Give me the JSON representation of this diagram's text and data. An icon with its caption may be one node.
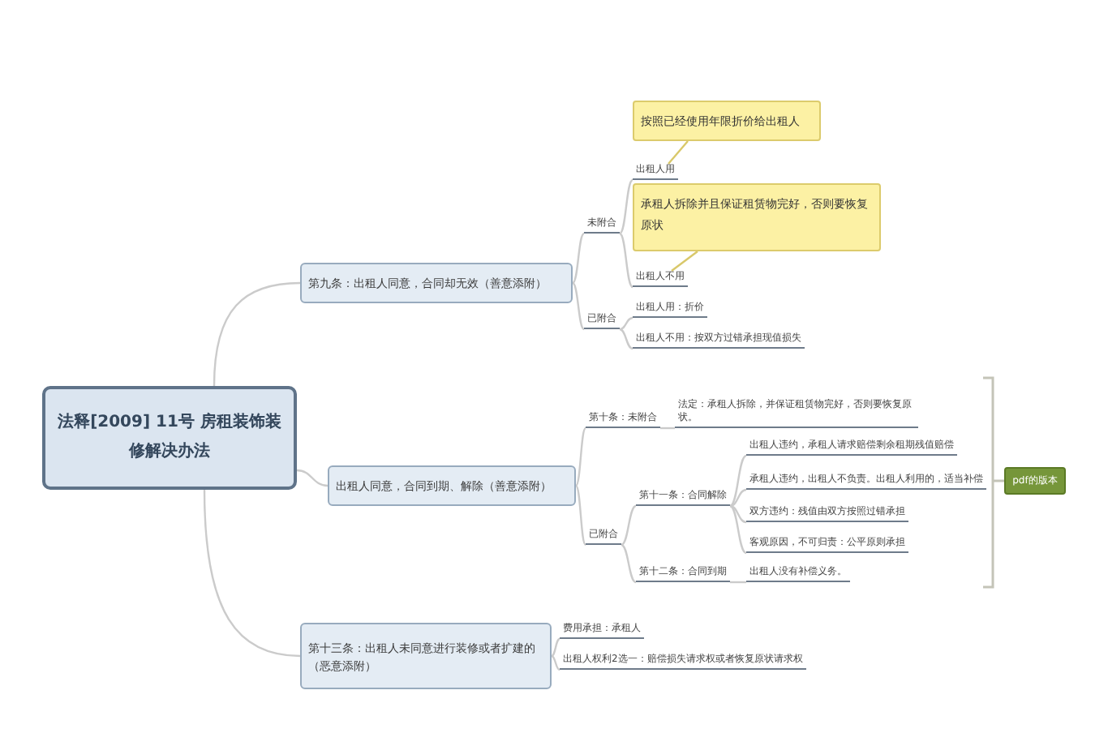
{
  "diagram": {
    "nodes": [
      {
        "text": [
          "法释[2009] 11号 房租装饰装修解决办法"
        ]
      },
      {
        "text": [
          "第九条：出租人同意，合同却无效（善意添附）"
        ]
      },
      {
        "text": [
          "未附合"
        ]
      },
      {
        "text": [
          "按照已经使用年限折价给出租人"
        ]
      },
      {
        "text": [
          "出租人用"
        ]
      },
      {
        "text": [
          "承租人拆除并且保证租赁物完好，否则要恢复原状"
        ]
      },
      {
        "text": [
          "出租人不用"
        ]
      },
      {
        "text": [
          "已附合"
        ]
      },
      {
        "text": [
          "出租人用：折价"
        ]
      },
      {
        "text": [
          "出租人不用：按双方过错承担现值损失"
        ]
      },
      {
        "text": [
          "出租人同意，合同到期、解除（善意添附）"
        ]
      },
      {
        "text": [
          "第十条：未附合"
        ]
      },
      {
        "text": [
          "法定：承租人拆除，并保证租赁物完好，否则要恢复原状。"
        ]
      },
      {
        "text": [
          "已附合"
        ]
      },
      {
        "text": [
          "第十一条：合同解除"
        ]
      },
      {
        "text": [
          "出租人违约，承租人请求赔偿剩余租期残值赔偿"
        ]
      },
      {
        "text": [
          "承租人违约，出租人不负责。出租人利用的，适当补偿"
        ]
      },
      {
        "text": [
          "双方违约：残值由双方按照过错承担"
        ]
      },
      {
        "text": [
          "客观原因，不可归责：公平原则承担"
        ]
      },
      {
        "text": [
          "第十二条：合同到期"
        ]
      },
      {
        "text": [
          "出租人没有补偿义务。"
        ]
      },
      {
        "text": [
          "pdf的版本"
        ]
      },
      {
        "text": [
          "第十三条：出租人未同意进行装修或者扩建的（恶意添附）"
        ]
      },
      {
        "text": [
          "费用承担：承租人"
        ]
      },
      {
        "text": [
          "出租人权利2选一：赔偿损失请求权或者恢复原状请求权"
        ]
      }
    ],
    "edges": [
      {
        "from": 0,
        "to": 1,
        "arrow": "none"
      },
      {
        "from": 0,
        "to": 10,
        "arrow": "none"
      },
      {
        "from": 0,
        "to": 22,
        "arrow": "none"
      },
      {
        "from": 1,
        "to": 2,
        "arrow": "none"
      },
      {
        "from": 1,
        "to": 7,
        "arrow": "none"
      },
      {
        "from": 2,
        "to": 4,
        "arrow": "none"
      },
      {
        "from": 2,
        "to": 6,
        "arrow": "none"
      },
      {
        "from": 4,
        "to": 3,
        "arrow": "none",
        "color": "#d9c86a"
      },
      {
        "from": 6,
        "to": 5,
        "arrow": "none",
        "color": "#d9c86a"
      },
      {
        "from": 7,
        "to": 8,
        "arrow": "none"
      },
      {
        "from": 7,
        "to": 9,
        "arrow": "none"
      },
      {
        "from": 10,
        "to": 11,
        "arrow": "none"
      },
      {
        "from": 10,
        "to": 13,
        "arrow": "none"
      },
      {
        "from": 11,
        "to": 12,
        "arrow": "none"
      },
      {
        "from": 13,
        "to": 14,
        "arrow": "none"
      },
      {
        "from": 13,
        "to": 19,
        "arrow": "none"
      },
      {
        "from": 14,
        "to": 15,
        "arrow": "none"
      },
      {
        "from": 14,
        "to": 16,
        "arrow": "none"
      },
      {
        "from": 14,
        "to": 17,
        "arrow": "none"
      },
      {
        "from": 14,
        "to": 18,
        "arrow": "none"
      },
      {
        "from": 19,
        "to": 20,
        "arrow": "none"
      },
      {
        "from": 22,
        "to": 23,
        "arrow": "none"
      },
      {
        "from": 22,
        "to": 24,
        "arrow": "none"
      }
    ]
  }
}
